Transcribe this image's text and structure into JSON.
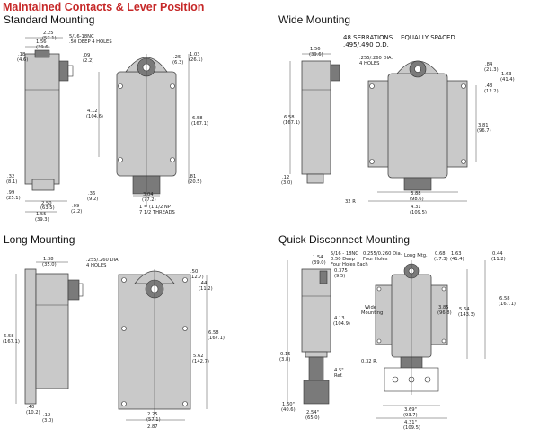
{
  "header": "Maintained Contacts & Lever Position",
  "sections": {
    "standard": "Standard Mounting",
    "wide": "Wide Mounting",
    "long": "Long Mounting",
    "quick": "Quick Disconnect Mounting"
  },
  "standard": {
    "d225": "2.25",
    "d225m": "(57.1)",
    "d156": "1.56",
    "d156m": "(39.6)",
    "d18": ".18",
    "d18m": "(4.6)",
    "tap1": "5/16-18NC",
    "tap2": ".50 DEEP 4 HOLES",
    "d09": ".09",
    "d09m": "(2.2)",
    "d412": "4.12",
    "d412m": "(104.6)",
    "d32": ".32",
    "d32m": "(8.1)",
    "d099": ".99",
    "d099m": "(25.1)",
    "d250": "2.50",
    "d250m": "(63.5)",
    "d36": ".36",
    "d36m": "(9.2)",
    "d09b": ".09",
    "d09bm": "(2.2)",
    "d155": "1.55",
    "d155m": "(39.3)",
    "d25": ".25",
    "d25m": "(6.3)",
    "d103": "1.03",
    "d103m": "(26.1)",
    "d658": "6.58",
    "d658m": "(167.1)",
    "d81": ".81",
    "d81m": "(20.5)",
    "d304": "3.04",
    "d304m": "(77.2)",
    "npt1": "1 = (1 1/2 NPT",
    "npt2": "7 1/2 THREADS"
  },
  "wide": {
    "d156": "1.56",
    "d156m": "(39.6)",
    "serr1": "48 SERRATIONS",
    "serr2": ".495/.490 O.D.",
    "spaced": "EQUALLY SPACED",
    "dia1": ".255/.260 DIA.",
    "dia2": "4 HOLES",
    "d84": ".84",
    "d84m": "(21.3)",
    "d163": "1.63",
    "d163m": "(41.4)",
    "d48": ".48",
    "d48m": "(12.2)",
    "d658": "6.58",
    "d658m": "(167.1)",
    "d381": "3.81",
    "d381m": "(96.7)",
    "d12": ".12",
    "d12m": "(3.0)",
    "d32r": "32 R",
    "d388": "3.88",
    "d388m": "(98.6)",
    "d431": "4.31",
    "d431m": "(109.5)"
  },
  "long": {
    "d138": "1.38",
    "d138m": "(35.0)",
    "dia1": ".255/.260 DIA.",
    "dia2": "4 HOLES",
    "d50": ".50",
    "d50m": "(12.7)",
    "d44": ".44",
    "d44m": "(11.2)",
    "d658": "6.58",
    "d658m": "(167.1)",
    "d658b": "6.58",
    "d658bm": "(167.1)",
    "d562": "5.62",
    "d562m": "(142.7)",
    "d40": ".40",
    "d40m": "(10.2)",
    "d12": ".12",
    "d12m": "(3.0)",
    "d225": "2.25",
    "d225m": "(57.1)",
    "d287": "2.87"
  },
  "quick": {
    "d154": "1.54",
    "d154m": "(39.0)",
    "tap1": "5/16 - 18NC",
    "tap2": "0.50 Deep",
    "tap3": "Four Holes Each",
    "dia1": "0.255/0.260 Dia.",
    "dia2": "Four Holes",
    "long": "Long Mtg.",
    "d068": "0.68",
    "d068m": "(17.3)",
    "d163": "1.63",
    "d163m": "(41.4)",
    "d044": "0.44",
    "d044m": "(11.2)",
    "d0375": "0.375",
    "d0375m": "(9.5)",
    "wide1": "Wide",
    "wide2": "Mounting",
    "d413": "4.13",
    "d413m": "(104.9)",
    "d385": "3.85",
    "d385m": "(96.8)",
    "d564": "5.64",
    "d564m": "(143.3)",
    "d658": "6.58",
    "d658m": "(167.1)",
    "d015": "0.15",
    "d015m": "(3.8)",
    "d45": "4.5\"",
    "d45r": "Ref.",
    "d032": "0.32 R.",
    "d160": "1.60\"",
    "d160m": "(40.6)",
    "d254": "2.54\"",
    "d254m": "(65.0)",
    "d369": "3.69\"",
    "d369m": "(93.7)",
    "d431": "4.31\"",
    "d431m": "(109.5)"
  }
}
